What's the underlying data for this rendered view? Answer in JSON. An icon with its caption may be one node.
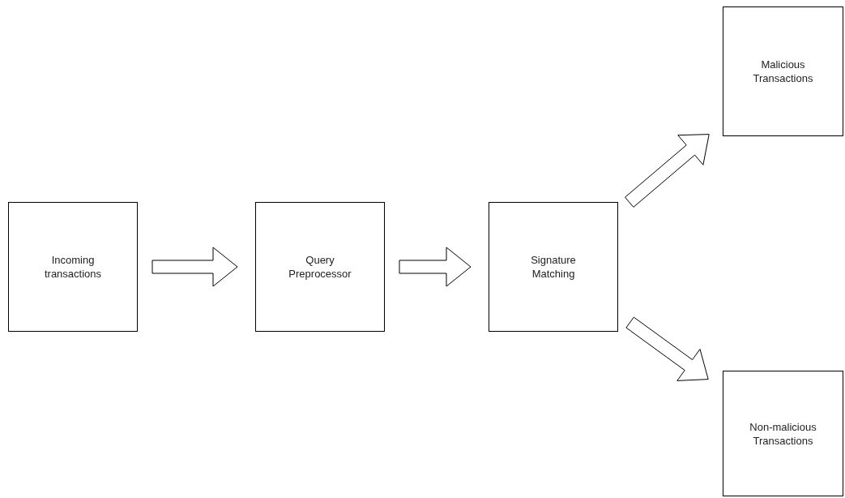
{
  "diagram": {
    "nodes": [
      {
        "text": [
          "Incoming transactions"
        ]
      },
      {
        "text": [
          "Query Preprocessor"
        ]
      },
      {
        "text": [
          "Signature Matching"
        ]
      },
      {
        "text": [
          "Malicious Transactions"
        ]
      },
      {
        "text": [
          "Non-malicious Transactions"
        ]
      }
    ],
    "edges": [
      {
        "from": 0,
        "to": 1,
        "arrow": "to"
      },
      {
        "from": 1,
        "to": 2,
        "arrow": "to"
      },
      {
        "from": 2,
        "to": 3,
        "arrow": "to"
      },
      {
        "from": 2,
        "to": 4,
        "arrow": "to"
      }
    ]
  }
}
